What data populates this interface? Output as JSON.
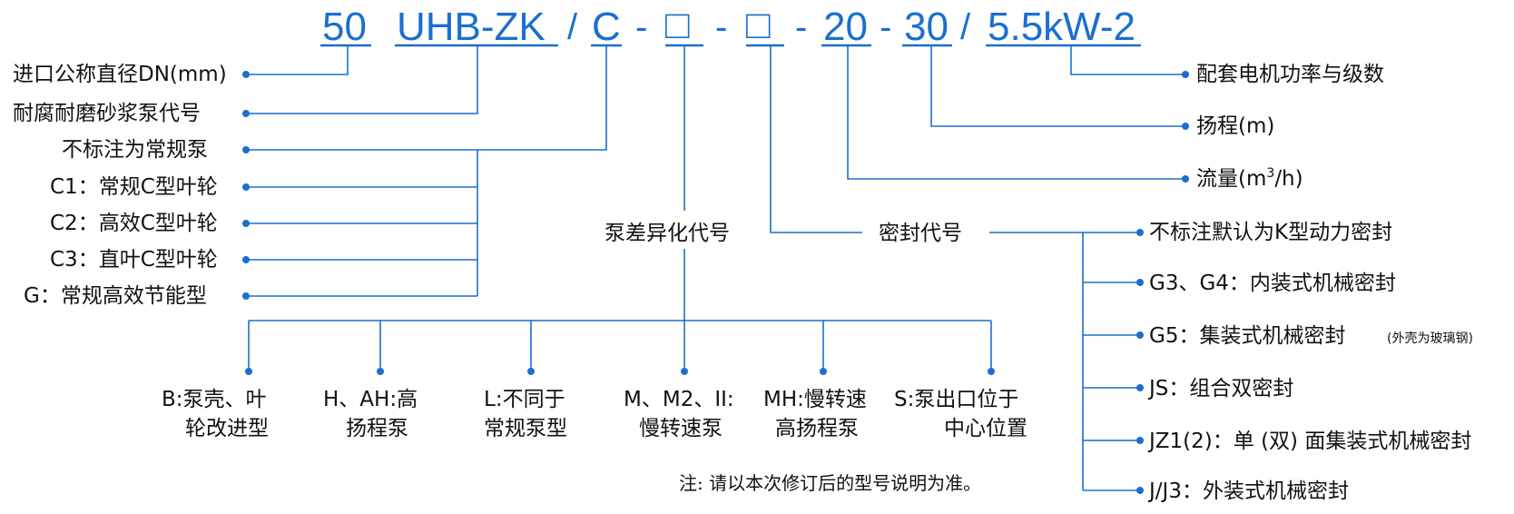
{
  "model_code": {
    "seg_50": "50",
    "seg_uhb": "UHB-ZK",
    "slash1": "/",
    "seg_c": "C",
    "dash1": "-",
    "seg_box1": "□",
    "dash2": "-",
    "seg_box2": "□",
    "dash3": "-",
    "seg_20": "20",
    "dash4": "-",
    "seg_30": "30",
    "slash2": "/",
    "seg_power": "5.5kW-2"
  },
  "left_labels": {
    "inlet_diameter": "进口公称直径DN(mm)",
    "pump_code": "耐腐耐磨砂浆泵代号",
    "impeller_default": "不标注为常规泵",
    "c1": "C1：常规C型叶轮",
    "c2": "C2：高效C型叶轮",
    "c3": "C3：直叶C型叶轮",
    "g": "G：常规高效节能型"
  },
  "middle": {
    "variant_code": "泵差异化代号",
    "seal_code": "密封代号"
  },
  "right_labels": {
    "motor": "配套电机功率与级数",
    "head": "扬程(m)",
    "flow_prefix": "流量(m",
    "flow_sup": "3",
    "flow_suffix": "/h)"
  },
  "seal_options": {
    "default": "不标注默认为K型动力密封",
    "g3g4": "G3、G4：内装式机械密封",
    "g5": "G5：集装式机械密封",
    "g5_note": "(外壳为玻璃钢)",
    "js": "JS：组合双密封",
    "jz1": "JZ1(2)：单 (双) 面集装式机械密封",
    "j3": "J/J3：外装式机械密封"
  },
  "variants": {
    "b_line1": "B:泵壳、叶",
    "b_line2": "轮改进型",
    "h_line1": "H、AH:高",
    "h_line2": "扬程泵",
    "l_line1": "L:不同于",
    "l_line2": "常规泵型",
    "m_line1": "M、M2、II:",
    "m_line2": "慢转速泵",
    "mh_line1": "MH:慢转速",
    "mh_line2": "高扬程泵",
    "s_line1": "S:泵出口位于",
    "s_line2": "中心位置"
  },
  "note": "注: 请以本次修订后的型号说明为准。",
  "colors": {
    "accent": "#1a6fd0",
    "text": "#111111"
  }
}
